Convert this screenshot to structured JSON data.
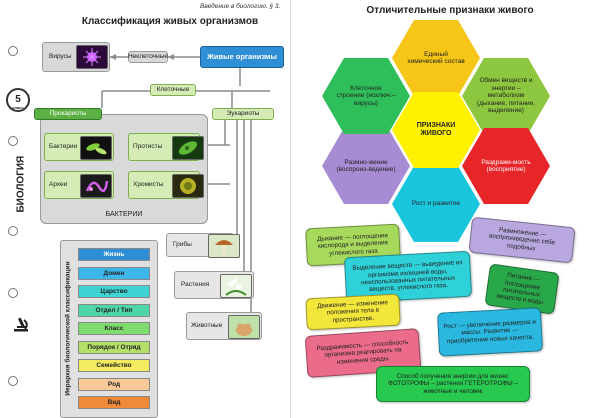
{
  "top_ref": "Введение в биологию. § 3.",
  "left": {
    "title": "Классификация живых организмов",
    "grade_badge": {
      "number": "5",
      "label": "класс"
    },
    "side_label": "БИОЛОГИЯ",
    "viruses": "Вирусы",
    "noncellular": "Неклеточные",
    "living_organisms": "Живые организмы",
    "cellular": "Клеточные",
    "prokaryotes": "Прокариоты",
    "eukaryotes": "Эукариоты",
    "bacteria_items": [
      "Бактерии",
      "Археи"
    ],
    "protists": "Протисты",
    "chromists": "Хромисты",
    "bacteria_group": "БАКТЕРИИ",
    "kingdoms": [
      "Грибы",
      "Растения",
      "Животные"
    ],
    "hierarchy_title": "Иерархия биологической классификации",
    "hierarchy": [
      {
        "label": "Жизнь",
        "color": "#2f8fd6"
      },
      {
        "label": "Домен",
        "color": "#3db7ea"
      },
      {
        "label": "Царство",
        "color": "#3fd3d3"
      },
      {
        "label": "Отдел / Тип",
        "color": "#4fd6a6"
      },
      {
        "label": "Класс",
        "color": "#7fdc6e"
      },
      {
        "label": "Порядок / Отряд",
        "color": "#b4e06a"
      },
      {
        "label": "Семейство",
        "color": "#f3ec5e"
      },
      {
        "label": "Род",
        "color": "#f6c996"
      },
      {
        "label": "Вид",
        "color": "#f08a38"
      }
    ]
  },
  "right": {
    "title": "Отличительные признаки живого",
    "center": "ПРИЗНАКИ ЖИВОГО",
    "hexagons": [
      {
        "label": "Единый химический состав",
        "color": "#f5c518"
      },
      {
        "label": "Обмен веществ и энергии – метаболизм (дыхание, питание, выделение)",
        "color": "#8dc63f"
      },
      {
        "label": "Раздражи-мость (восприятие)",
        "color": "#e8262a"
      },
      {
        "label": "Рост и развитие",
        "color": "#19c6de"
      },
      {
        "label": "Размно-жение (воспроиз-ведение)",
        "color": "#a78bd3"
      },
      {
        "label": "Клеточное строение (исключ.– вирусы)",
        "color": "#2fbf5a"
      }
    ],
    "center_color": "#fff200",
    "notes": [
      {
        "text": "Дыхание — поглощение кислорода и выделение углекислого газа",
        "color": "#a6d95c"
      },
      {
        "text": "Размножение — воспроизведение себе подобных",
        "color": "#b9a7e0"
      },
      {
        "text": "Выделение веществ — выведение из организма излишней воды, неиспользованных питательных веществ, углекислого газа.",
        "color": "#2fd1d8"
      },
      {
        "text": "Питание — поглощение питательных веществ и воды.",
        "color": "#29a84a"
      },
      {
        "text": "Движение — изменение положения тела в пространстве.",
        "color": "#f3e63a"
      },
      {
        "text": "Рост — увеличение размеров и массы. Развитие — приобретение новых качеств.",
        "color": "#2bb8e0"
      },
      {
        "text": "Раздражимость — способность организма реагировать на изменения среды.",
        "color": "#ea6b8a"
      },
      {
        "text": "Способ получения энергии для жизни: ФОТОТРОФЫ – растения ГЕТЕРОТРОФЫ – животные и человек",
        "color": "#27c94f"
      }
    ]
  }
}
